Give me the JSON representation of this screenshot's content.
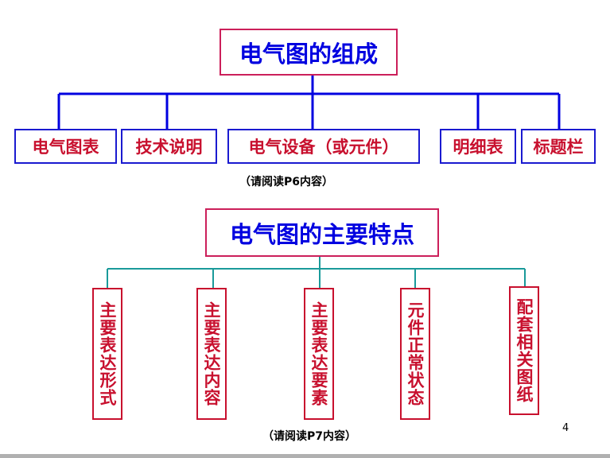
{
  "section1": {
    "title": "电气图的组成",
    "items": [
      "电气图表",
      "技术说明",
      "电气设备（或元件）",
      "明细表",
      "标题栏"
    ],
    "note": "（请阅读P6内容）"
  },
  "section2": {
    "title": "电气图的主要特点",
    "items": [
      "主要表达形式",
      "主要表达内容",
      "主要表达要素",
      "元件正常状态",
      "配套相关图纸"
    ],
    "note": "（请阅读P7内容）"
  },
  "page_number": "4",
  "colors": {
    "title_text": "#0000e0",
    "box_border_pink": "#cc1f5a",
    "item_text": "#c8102e",
    "connector_blue": "#0000e0",
    "connector_teal": "#1a9a9a"
  }
}
